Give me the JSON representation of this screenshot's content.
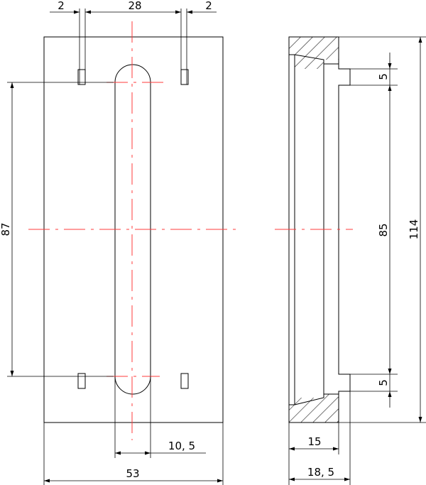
{
  "front_view": {
    "dims": {
      "slot_gap_left": "2",
      "slot_spacing": "28",
      "slot_gap_right": "2",
      "vertical_span": "87",
      "slot_width": "10, 5",
      "overall_width": "53"
    }
  },
  "side_view": {
    "dims": {
      "tab_top": "5",
      "inner_height": "85",
      "overall_height": "114",
      "tab_bottom": "5",
      "depth_inner": "15",
      "depth_outer": "18, 5"
    }
  },
  "colors": {
    "outline": "#000000",
    "centerline": "#ff3b3b",
    "background": "#ffffff"
  }
}
